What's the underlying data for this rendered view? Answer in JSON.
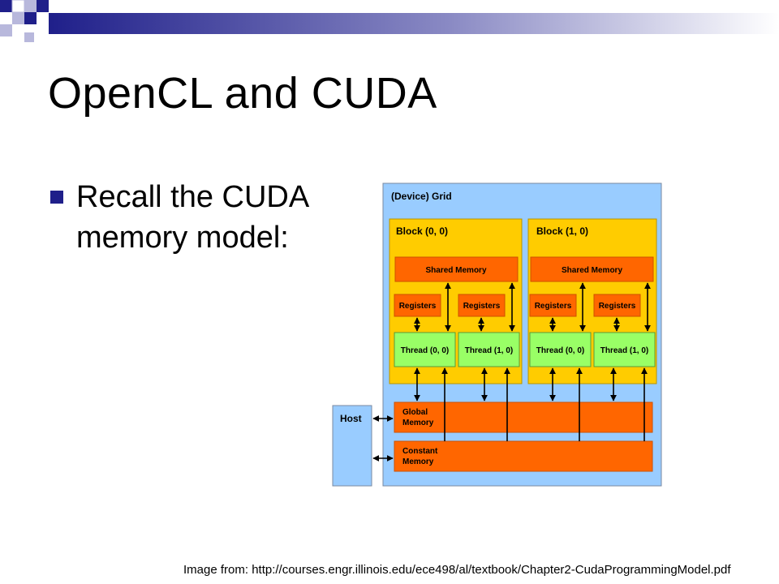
{
  "slide": {
    "title": "OpenCL and CUDA",
    "bullet": "Recall the CUDA memory model:",
    "caption": "Image from:  http://courses.engr.illinois.edu/ece498/al/textbook/Chapter2-CudaProgrammingModel.pdf"
  },
  "diagram": {
    "grid_label": "(Device) Grid",
    "host_label": "Host",
    "blocks": [
      {
        "label": "Block (0, 0)",
        "shared_memory": "Shared Memory",
        "registers": [
          "Registers",
          "Registers"
        ],
        "threads": [
          "Thread (0, 0)",
          "Thread (1, 0)"
        ]
      },
      {
        "label": "Block (1, 0)",
        "shared_memory": "Shared Memory",
        "registers": [
          "Registers",
          "Registers"
        ],
        "threads": [
          "Thread (0, 0)",
          "Thread (1, 0)"
        ]
      }
    ],
    "global_memory": [
      "Global",
      "Memory"
    ],
    "constant_memory": [
      "Constant",
      "Memory"
    ]
  },
  "colors": {
    "grid_bg": "#99ccff",
    "block_bg": "#ffcc00",
    "memory": "#ff6600",
    "thread": "#99ff66",
    "bullet": "#1f1f8a"
  }
}
